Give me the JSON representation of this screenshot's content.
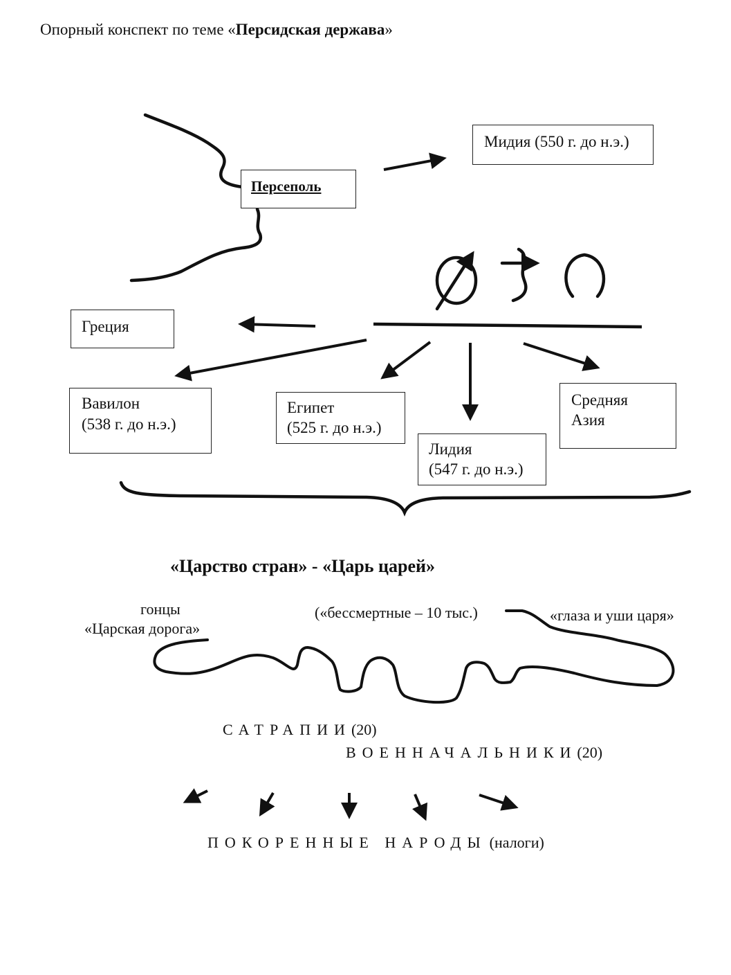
{
  "title": {
    "prefix": "Опорный конспект по теме «",
    "topic": "Персидская держава",
    "suffix": "»"
  },
  "capital": "Персеполь",
  "boxes": {
    "media": "Мидия (550 г. до н.э.)",
    "greece": "Греция",
    "babylon_line1": "Вавилон",
    "babylon_line2": "(538 г. до н.э.)",
    "egypt_line1": "Египет",
    "egypt_line2": "(525 г. до н.э.)",
    "lydia_line1": "Лидия",
    "lydia_line2": "(547 г. до н.э.)",
    "central_asia_line1": "Средняя",
    "central_asia_line2": "Азия"
  },
  "heading": "«Царство стран» - «Царь царей»",
  "labels": {
    "couriers": "гонцы",
    "royal_road": "«Царская дорога»",
    "immortals": "(«бессмертные – 10 тыс.)",
    "eyes_ears": "«глаза и уши царя»"
  },
  "satrapies": {
    "word": "САТРАПИИ",
    "count": "(20)"
  },
  "generals": {
    "word": "ВОЕННАЧАЛЬНИКИ",
    "count": "(20)"
  },
  "conquered": {
    "word": "ПОКОРЕННЫЕ НАРОДЫ",
    "note": "(налоги)"
  }
}
